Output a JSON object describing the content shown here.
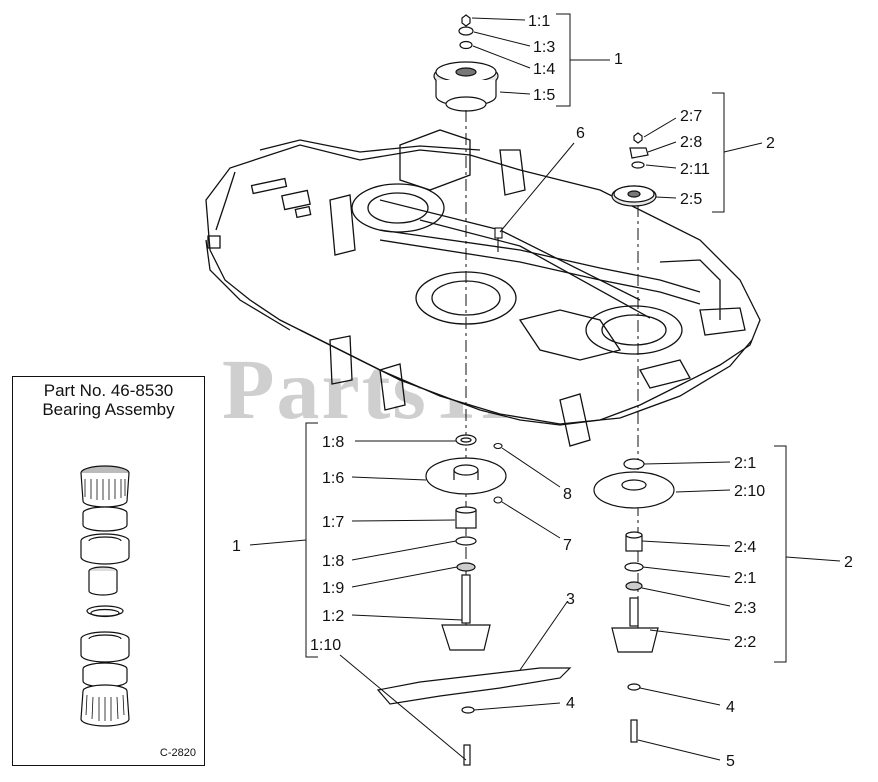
{
  "watermark": "PartsTree",
  "inset": {
    "title_line1": "Part No. 46-8530",
    "title_line2": "Bearing Assemby",
    "code": "C-2820"
  },
  "callouts": {
    "c1_1": "1:1",
    "c1_3": "1:3",
    "c1_4": "1:4",
    "c1_5": "1:5",
    "group1_top": "1",
    "c2_7": "2:7",
    "c2_8": "2:8",
    "c2_11": "2:11",
    "c2_5": "2:5",
    "group2_top": "2",
    "c6": "6",
    "c1_8a": "1:8",
    "c1_6": "1:6",
    "c1_7": "1:7",
    "c1_8b": "1:8",
    "c1_9": "1:9",
    "c1_2": "1:2",
    "c1_10": "1:10",
    "group1_left": "1",
    "c8": "8",
    "c7": "7",
    "c3": "3",
    "c4a": "4",
    "c4b": "4",
    "c5": "5",
    "c2_1a": "2:1",
    "c2_10": "2:10",
    "c2_4": "2:4",
    "c2_1b": "2:1",
    "c2_3": "2:3",
    "c2_2": "2:2",
    "group2_right": "2"
  }
}
